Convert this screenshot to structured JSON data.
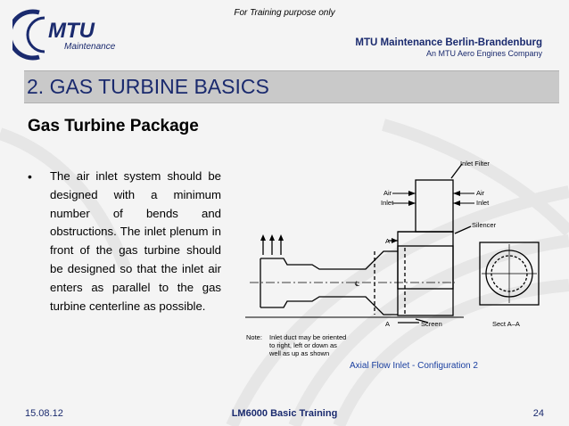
{
  "header": {
    "note": "For Training purpose only",
    "company_name": "MTU Maintenance Berlin-Brandenburg",
    "company_sub": "An MTU Aero Engines Company",
    "logo_text": "MTU",
    "logo_sub": "Maintenance"
  },
  "title": "2. GAS TURBINE BASICS",
  "subtitle": "Gas Turbine Package",
  "body": {
    "bullet": "•",
    "text": "The air inlet system should be designed with a minimum number of bends and obstructions. The inlet plenum in front of the gas turbine should be designed so that the inlet air enters as parallel to the gas turbine centerline as possible."
  },
  "diagram": {
    "labels": {
      "inlet_filter": "Inlet Filter",
      "air_left": "Air",
      "inlet_left": "Inlet",
      "air_right": "Air",
      "inlet_right": "Inlet",
      "silencer": "Silencer",
      "a_top": "A",
      "cl": "℄",
      "a_bottom": "A",
      "screen": "Screen",
      "sect": "Sect A–A",
      "note_label": "Note:",
      "note_line1": "Inlet duct may be oriented",
      "note_line2": "to right, left or down as",
      "note_line3": "well as up as shown"
    },
    "caption": "Axial Flow Inlet - Configuration 2"
  },
  "footer": {
    "date": "15.08.12",
    "course": "LM6000 Basic Training",
    "page": "24"
  },
  "colors": {
    "brand_navy": "#1a2a6e",
    "caption_blue": "#1a3fa0",
    "title_bar": "#c9c9c9"
  }
}
